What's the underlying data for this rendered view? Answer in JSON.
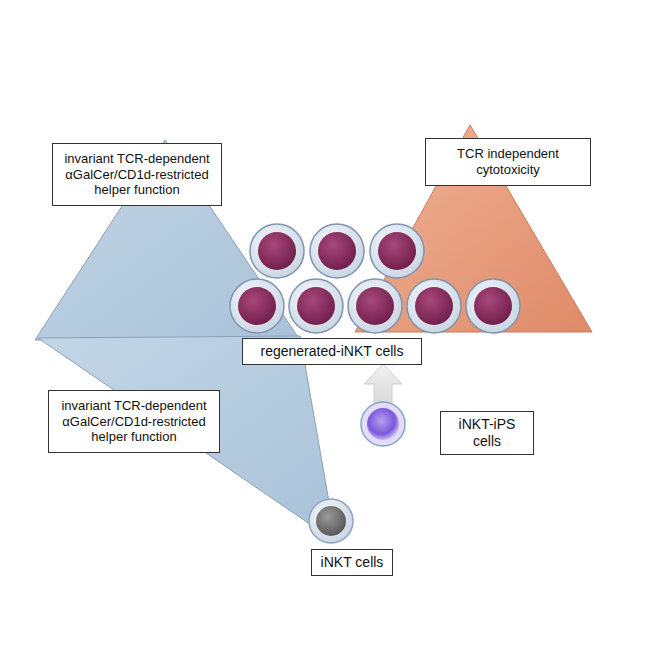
{
  "diagram": {
    "nodes": [
      {
        "text": [
          "invariant TCR-dependent αGalCer/CD1d-restricted helper function"
        ]
      },
      {
        "text": [
          "TCR independent cytotoxicity"
        ]
      },
      {
        "text": [
          "regenerated-iNKT cells"
        ]
      },
      {
        "text": [
          "invariant TCR-dependent αGalCer/CD1d-restricted helper function"
        ]
      },
      {
        "text": [
          "iNKT-iPS cells"
        ]
      },
      {
        "text": [
          "iNKT cells"
        ]
      }
    ]
  }
}
